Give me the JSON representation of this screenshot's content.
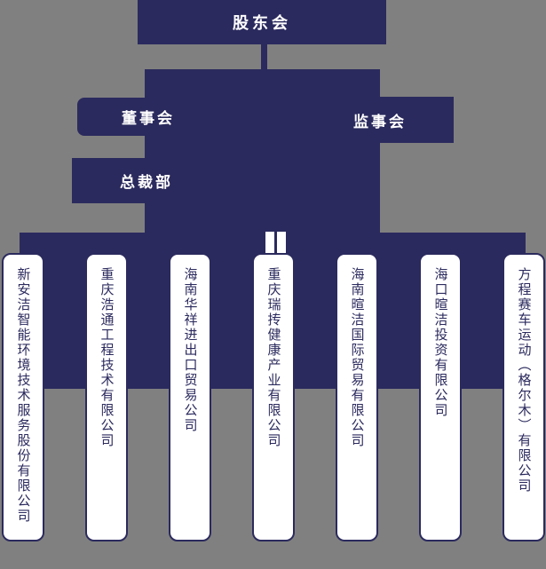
{
  "org_chart": {
    "root": {
      "label": "股东会"
    },
    "level2": {
      "board": {
        "label": "董事会"
      },
      "supervisory": {
        "label": "监事会"
      }
    },
    "level3": {
      "president_office": {
        "label": "总裁部"
      }
    },
    "companies": [
      "新安洁智能环境技术服务股份有限公司",
      "重庆浩通工程技术有限公司",
      "海南华祥进出口贸易公司",
      "重庆瑞抟健康产业有限公司",
      "海南暄洁国际贸易有限公司",
      "海口暄洁投资有限公司",
      "方程赛车运动（格尔木）有限公司"
    ],
    "colors": {
      "node_fill": "#2b2a5e",
      "background": "#808080",
      "leaf_fill": "#ffffff",
      "leaf_text": "#2b2a5e",
      "node_text": "#ffffff"
    }
  }
}
